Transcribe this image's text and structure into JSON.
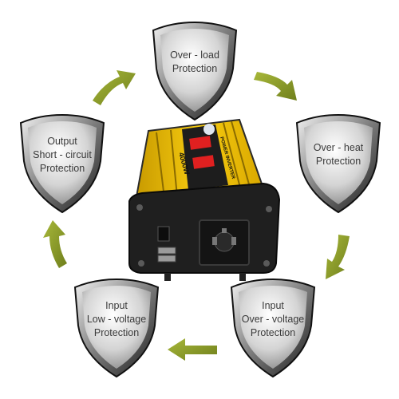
{
  "colors": {
    "arrow": "#8a9a2a",
    "shield_edge": "#1b1b1b",
    "shield_face": "#d9d9d9",
    "inverter_body": "#f2c200",
    "inverter_end": "#1c1c1c"
  },
  "shields": [
    {
      "id": "over-load",
      "lines": [
        "Over - load",
        "Protection"
      ]
    },
    {
      "id": "over-heat",
      "lines": [
        "Over - heat",
        "Protection"
      ]
    },
    {
      "id": "input-over-voltage",
      "lines": [
        "Input",
        "Over - voltage",
        "Protection"
      ]
    },
    {
      "id": "input-low-voltage",
      "lines": [
        "Input",
        "Low - voltage",
        "Protection"
      ]
    },
    {
      "id": "output-short-circuit",
      "lines": [
        "Output",
        "Short - circuit",
        "Protection"
      ]
    }
  ],
  "inverter": {
    "brand_label": "POWER INVERTER",
    "rating_label": "4000W"
  },
  "arrows": [
    {
      "id": "over-load-to-over-heat",
      "icon": "curved-arrow-icon"
    },
    {
      "id": "over-heat-to-input-over-voltage",
      "icon": "curved-arrow-icon"
    },
    {
      "id": "input-over-voltage-to-input-low-voltage",
      "icon": "curved-arrow-icon"
    },
    {
      "id": "input-low-voltage-to-output-short-circuit",
      "icon": "curved-arrow-icon"
    },
    {
      "id": "output-short-circuit-to-over-load",
      "icon": "curved-arrow-icon"
    }
  ]
}
